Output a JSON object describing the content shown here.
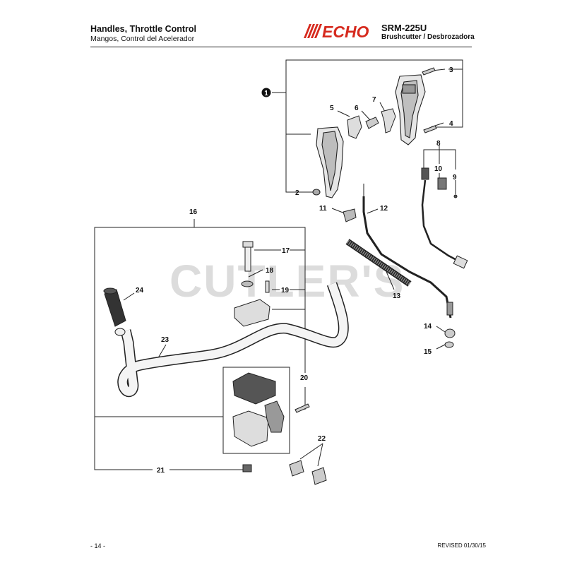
{
  "header": {
    "title": "Handles, Throttle Control",
    "subtitle": "Mangos, Control del Acelerador",
    "brand": "ECHO",
    "model": "SRM-225U",
    "model_subtitle": "Brushcutter / Desbrozadora"
  },
  "watermark": "CUTLER'S",
  "callouts": {
    "c1": "1",
    "c2": "2",
    "c3": "3",
    "c4": "4",
    "c5": "5",
    "c6": "6",
    "c7": "7",
    "c8": "8",
    "c9": "9",
    "c10": "10",
    "c11": "11",
    "c12": "12",
    "c13": "13",
    "c14": "14",
    "c15": "15",
    "c16": "16",
    "c17": "17",
    "c18": "18",
    "c19": "19",
    "c20": "20",
    "c21": "21",
    "c22": "22",
    "c23": "23",
    "c24": "24"
  },
  "footer": {
    "page": "- 14 -",
    "revised": "REVISED 01/30/15"
  },
  "colors": {
    "brand_red": "#d62a1e",
    "line": "#222222"
  }
}
